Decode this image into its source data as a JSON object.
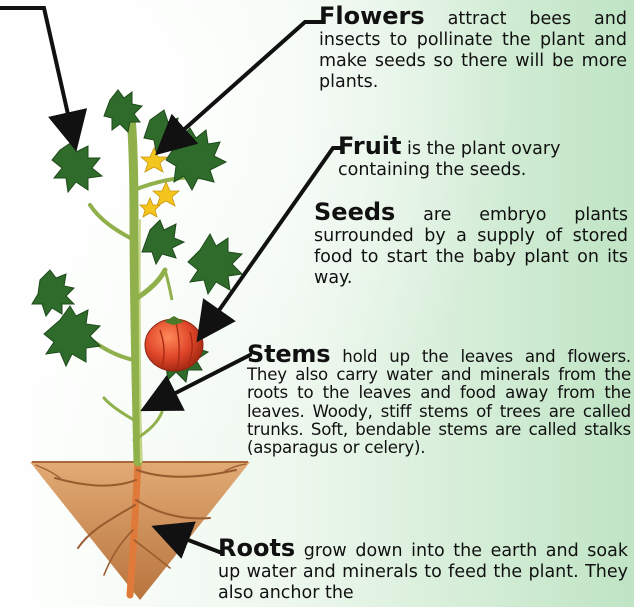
{
  "captions": {
    "flowers": {
      "term": "Flowers",
      "text": " attract bees and insects to pollinate the plant and make seeds so there will be more plants."
    },
    "fruit": {
      "term": "Fruit",
      "text": " is the plant ovary containing the seeds."
    },
    "seeds": {
      "term": "Seeds",
      "text": " are embryo plants surrounded by a supply of stored food to start the baby plant on its way."
    },
    "stems": {
      "term": "Stems",
      "text": " hold up the leaves and flowers. They also carry water and minerals from the roots to the leaves and food away from the leaves. Woody, stiff stems of trees are called trunks. Soft, bendable stems are called stalks (asparagus or celery)."
    },
    "roots": {
      "term": "Roots",
      "text": " grow down into the earth and soak up water and minerals to feed the plant. They also anchor the"
    }
  },
  "colors": {
    "stem": "#8fb04a",
    "leaf": "#2f6b2a",
    "flower": "#f4c51c",
    "fruit": "#e0472a",
    "soil": "#c98a55",
    "root": "#e07a3a",
    "arrow": "#111111"
  }
}
